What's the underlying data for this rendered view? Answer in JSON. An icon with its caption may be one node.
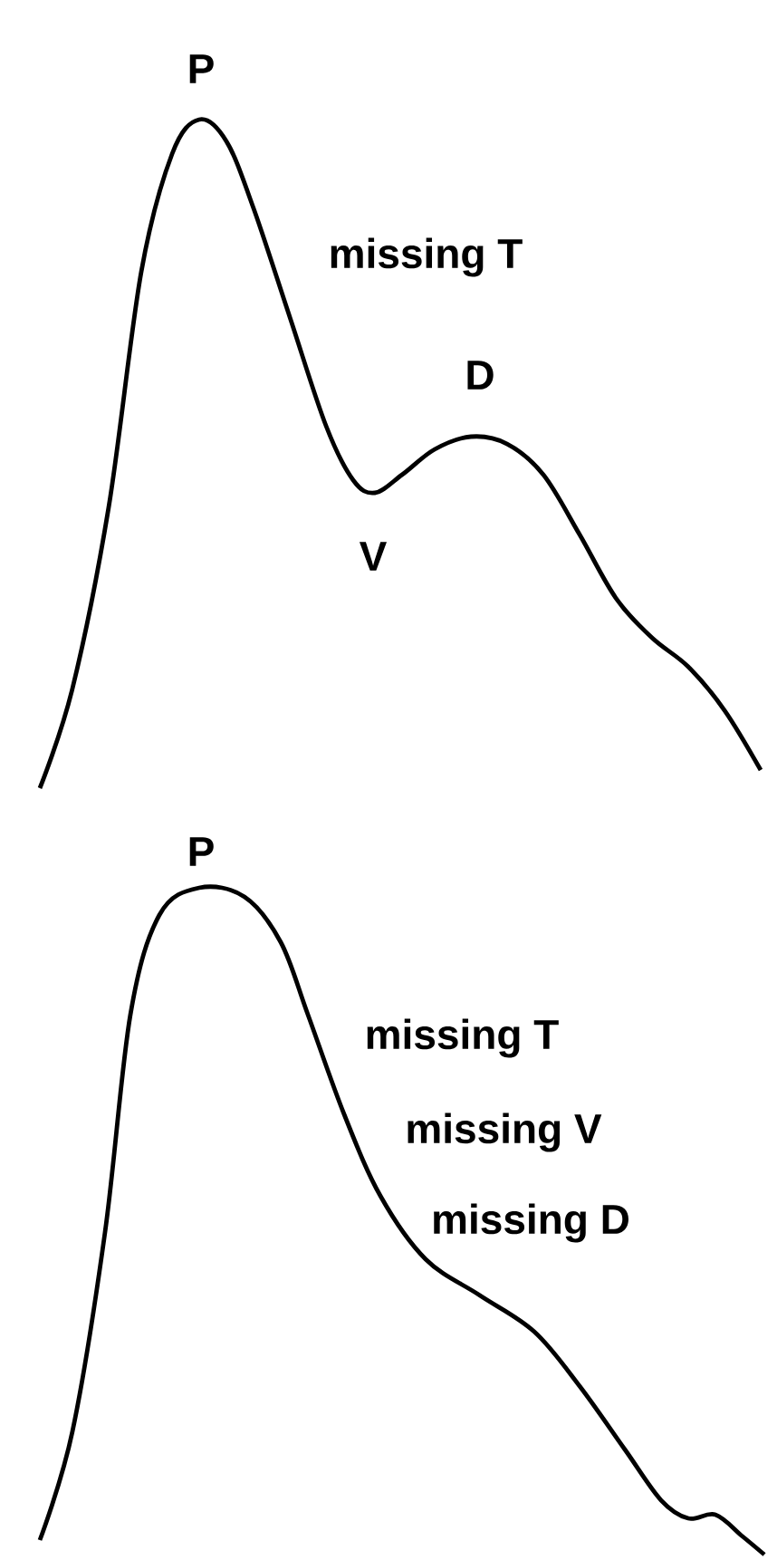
{
  "diagram": {
    "labels": [
      "P",
      "missing T",
      "D",
      "V",
      "P",
      "missing T",
      "missing V",
      "missing D"
    ]
  }
}
